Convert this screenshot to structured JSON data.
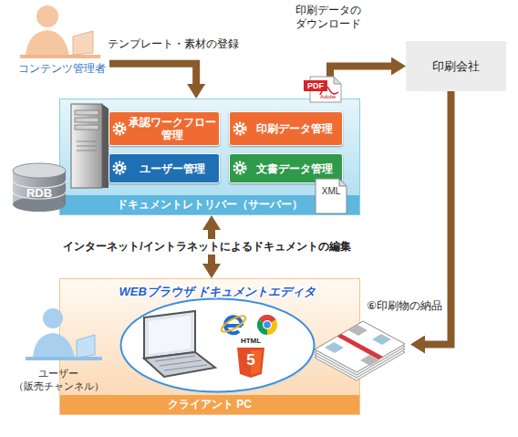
{
  "diagram": {
    "nodes": [
      {
        "text": [
          "コンテンツ管理者"
        ]
      },
      {
        "text": [
          "印刷会社"
        ]
      },
      {
        "text": [
          "ドキュメントレトリバー（サーバー）"
        ]
      },
      {
        "text": [
          "承認ワークフロー 管理"
        ],
        "in": 2
      },
      {
        "text": [
          "印刷データ管理"
        ],
        "in": 2
      },
      {
        "text": [
          "ユーザー管理"
        ],
        "in": 2
      },
      {
        "text": [
          "文書データ管理"
        ],
        "in": 2
      },
      {
        "text": [
          "RDB"
        ]
      },
      {
        "text": [
          "XML"
        ]
      },
      {
        "text": [
          "クライアント PC"
        ]
      },
      {
        "text": [
          "WEBブラウザ ドキュメントエディタ"
        ],
        "in": 9
      },
      {
        "text": [
          "ユーザー （販売チャンネル）"
        ]
      },
      {
        "text": [
          "⑥印刷物の納品"
        ]
      }
    ],
    "edges": [
      {
        "from": 0,
        "to": 2,
        "label": "テンプレート・素材の登録",
        "arrow": "to"
      },
      {
        "from": 2,
        "to": 1,
        "label": "印刷データの ダウンロード",
        "arrow": "to"
      },
      {
        "from": 1,
        "to": 12,
        "arrow": "to"
      },
      {
        "from": 2,
        "to": 9,
        "label": "インターネット/イントラネットによるドキュメントの編集",
        "arrow": "both"
      }
    ],
    "labels": [
      "PDF",
      "Adobe",
      "HTML",
      "5"
    ]
  }
}
